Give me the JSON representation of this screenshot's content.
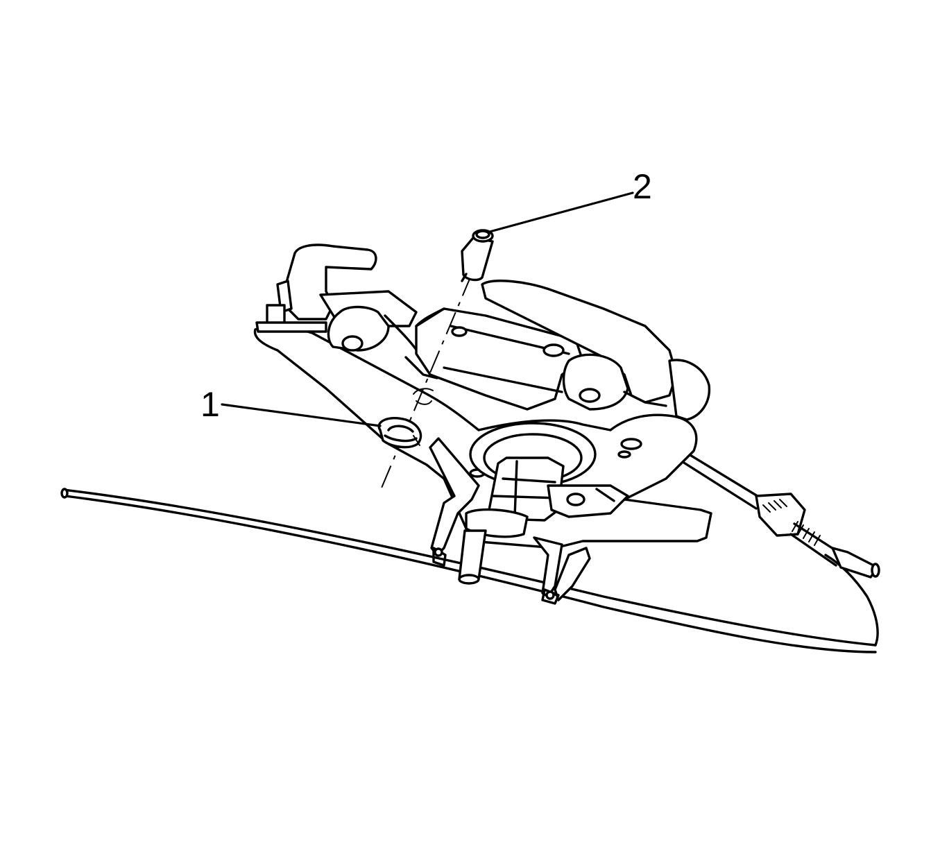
{
  "callouts": [
    {
      "id": "1",
      "label": "1",
      "part_icon": "retaining-clip-icon"
    },
    {
      "id": "2",
      "label": "2",
      "part_icon": "pivot-pin-icon"
    }
  ],
  "colors": {
    "line": "#000000",
    "background": "#ffffff"
  }
}
